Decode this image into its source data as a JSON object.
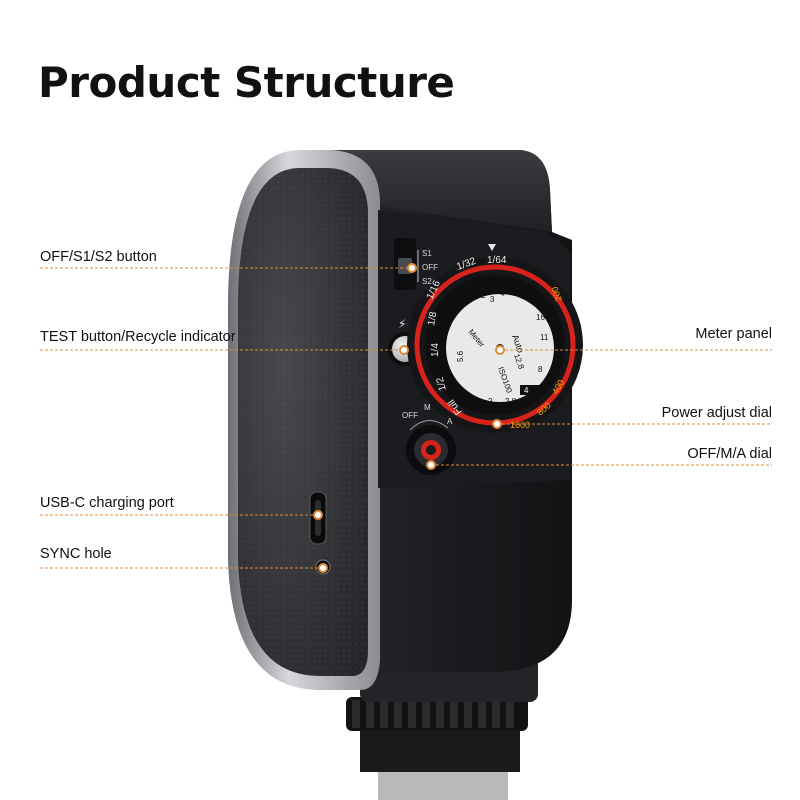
{
  "title": "Product Structure",
  "callouts": {
    "left": [
      {
        "label": "OFF/S1/S2 button"
      },
      {
        "label": "TEST button/Recycle indicator"
      },
      {
        "label": "USB-C charging port"
      },
      {
        "label": "SYNC hole"
      }
    ],
    "right": [
      {
        "label": "Meter panel"
      },
      {
        "label": "Power adjust dial"
      },
      {
        "label": "OFF/M/A dial"
      }
    ]
  },
  "switch_marks": {
    "s1": "S1",
    "off": "OFF",
    "s2": "S2"
  },
  "mode_dial_marks": {
    "off": "OFF",
    "m": "M",
    "a": "A"
  },
  "power_scale": {
    "top": [
      "1/32",
      "1/64"
    ],
    "left": [
      "1/16",
      "1/8",
      "1/4",
      "1/2",
      "Full"
    ],
    "bottom": [
      "1600",
      "800",
      "400",
      "200"
    ]
  },
  "meter_marks": {
    "meter": "Meter",
    "auto": "Auto",
    "f12": "12.8",
    "iso": "ISO100",
    "f56": "5.6",
    "f28": "2.8",
    "f4": "4",
    "f2": "2",
    "f8": "8",
    "f11": "11",
    "f16": "16",
    "n2": "2",
    "n3": "3",
    "n4": "4"
  },
  "colors": {
    "accent_line": "#e08a3c",
    "dial_red": "#d8231c",
    "body": "#1c1d20",
    "leather": "#3a3a3d"
  }
}
